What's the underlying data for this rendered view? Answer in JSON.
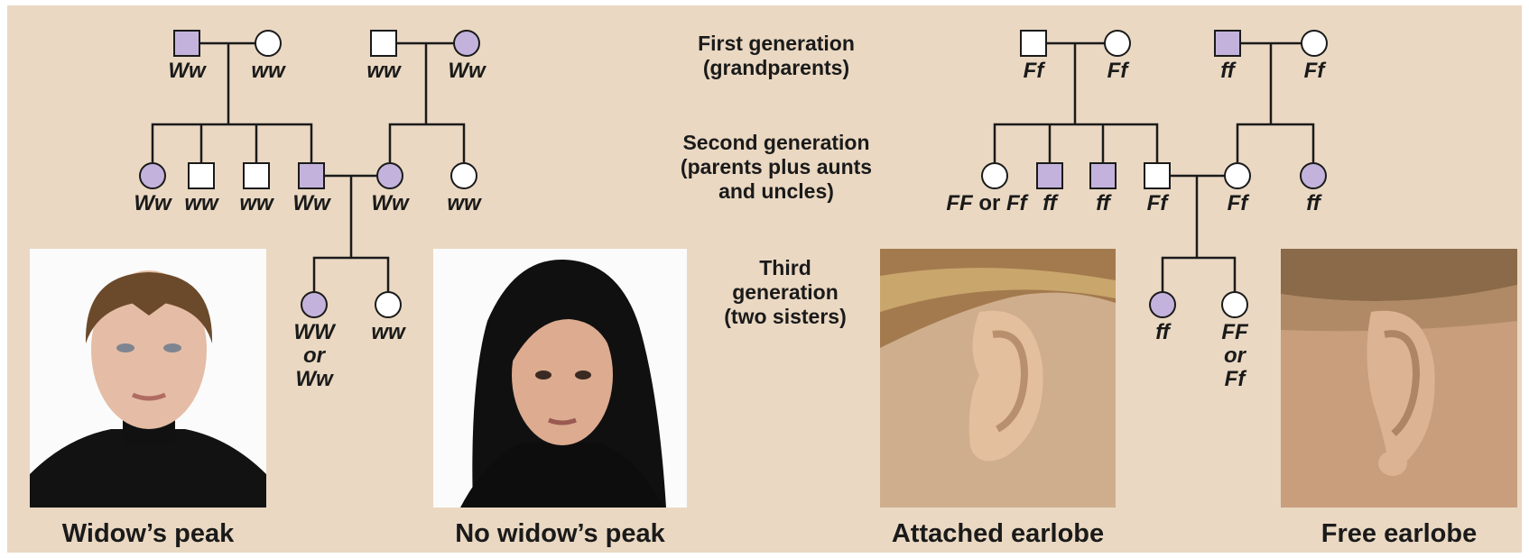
{
  "generation_labels": {
    "first": [
      "First generation",
      "(grandparents)"
    ],
    "second": [
      "Second generation",
      "(parents plus aunts",
      "and uncles)"
    ],
    "third": [
      "Third",
      "generation",
      "(two sisters)"
    ]
  },
  "widow_pedigree": {
    "gen1": [
      "Ww",
      "ww",
      "ww",
      "Ww"
    ],
    "gen2": [
      "Ww",
      "ww",
      "ww",
      "Ww",
      "Ww",
      "ww"
    ],
    "gen3": [
      [
        "WW",
        "or",
        "Ww"
      ],
      [
        "ww"
      ]
    ]
  },
  "earlobe_pedigree": {
    "gen1": [
      "Ff",
      "Ff",
      "ff",
      "Ff"
    ],
    "gen2": [
      [
        "FF",
        " or ",
        "Ff"
      ],
      "ff",
      "ff",
      "Ff",
      "Ff",
      "ff"
    ],
    "gen3": [
      [
        "ff"
      ],
      [
        "FF",
        "or",
        "Ff"
      ]
    ]
  },
  "captions": {
    "widows_peak": "Widow’s peak",
    "no_widows_peak": "No widow’s peak",
    "attached_earlobe": "Attached earlobe",
    "free_earlobe": "Free earlobe"
  },
  "colors": {
    "background": "#ead8c2",
    "affected_fill": "#c3b3dc",
    "unaffected_fill": "#ffffff",
    "line": "#1a1a1a"
  }
}
